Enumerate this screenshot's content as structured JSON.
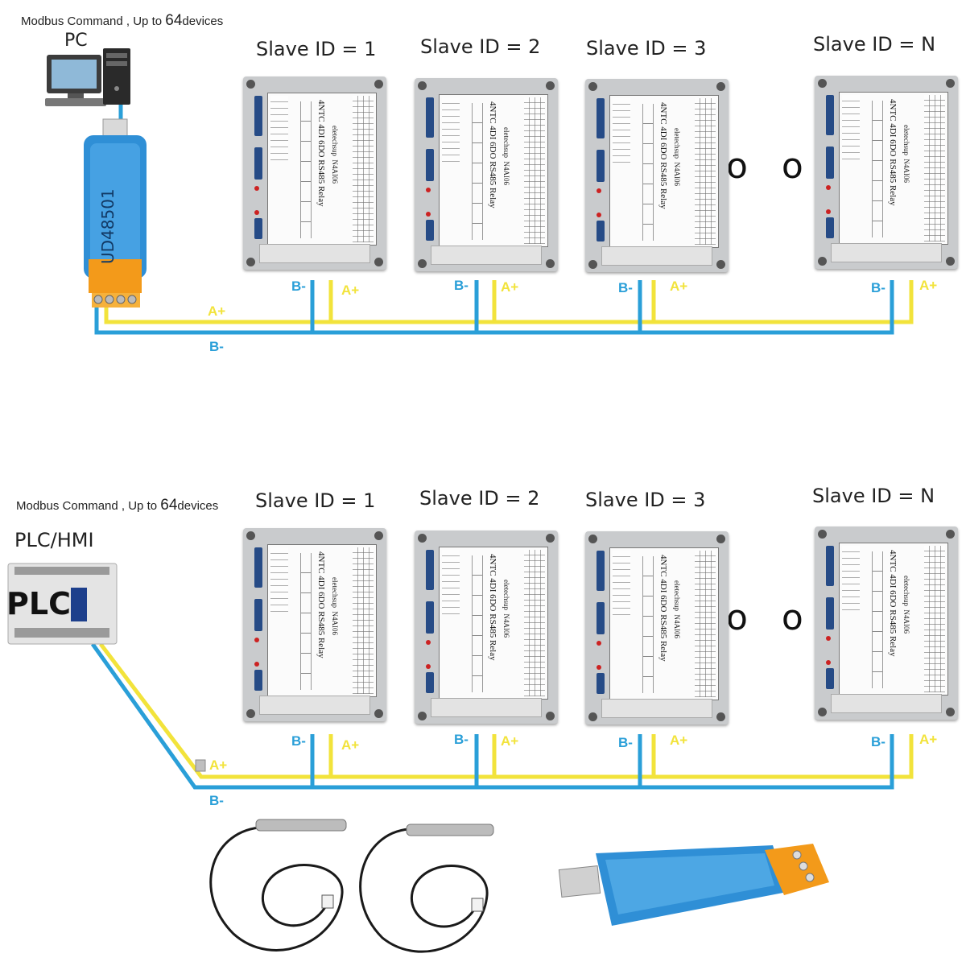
{
  "diagram": {
    "command_text_prefix": "Modbus Command , Up to ",
    "command_text_number": "64",
    "command_text_suffix": "devices",
    "top_host_label": "PC",
    "bottom_host_label": "PLC/HMI",
    "plc_brand_text": "PLC",
    "usb_adapter_text": "UD48501",
    "slave_titles": [
      "Slave ID = 1",
      "Slave ID = 2",
      "Slave ID = 3",
      "Slave ID = N"
    ],
    "ellipsis": "o o o",
    "wire_labels": {
      "b_minus": "B-",
      "a_plus": "A+"
    },
    "module_label": {
      "title": "4NTC 4DI 6DO RS485 Relay",
      "maker": "eletechsup",
      "model": "N4AI06"
    },
    "colors": {
      "line_b": "#2a9fd8",
      "line_a": "#f2e33b",
      "module_body": "#c9cbcd",
      "terminal": "#264b86",
      "adapter": "#2f8fd6",
      "connector": "#f39a1a"
    }
  }
}
